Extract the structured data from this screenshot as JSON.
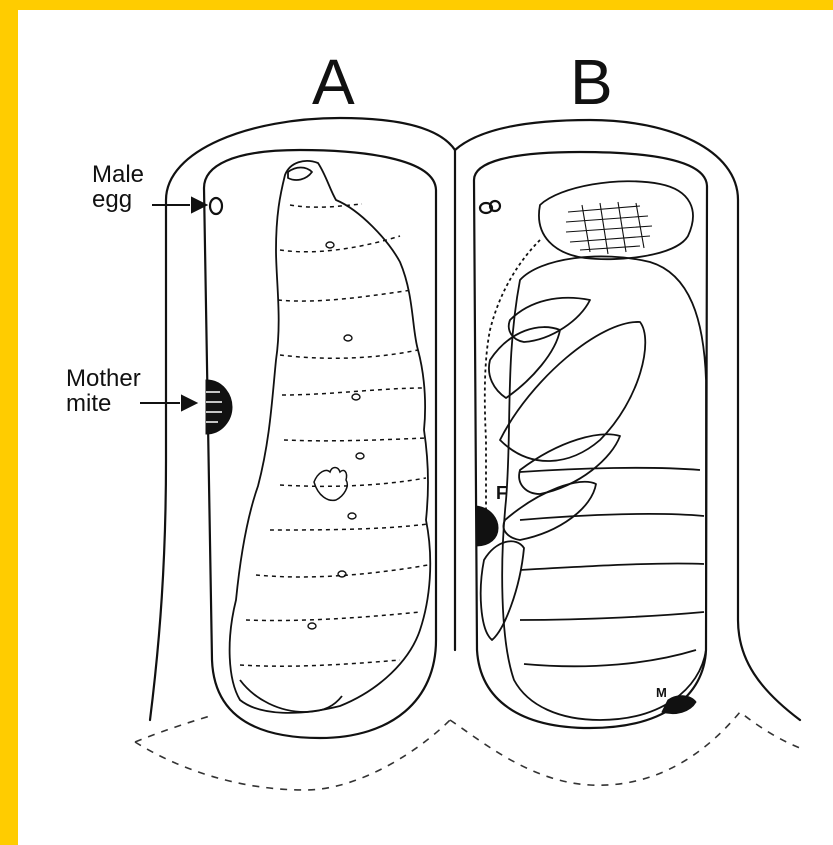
{
  "colors": {
    "border": "#ffcc00",
    "ink": "#111111",
    "mite": "#111111",
    "background": "#ffffff"
  },
  "headings": {
    "cell_a": "A",
    "cell_b": "B"
  },
  "labels": {
    "male_egg_line1": "Male",
    "male_egg_line2": "egg",
    "mother_mite_line1": "Mother",
    "mother_mite_line2": "mite",
    "female_marker": "F",
    "male_marker": "M"
  },
  "icons": {
    "arrow": "arrow-right-icon",
    "larva": "bee-larva-drawing",
    "pupa": "bee-pupa-drawing",
    "mite": "varroa-mite-icon",
    "egg": "mite-egg-icon"
  }
}
